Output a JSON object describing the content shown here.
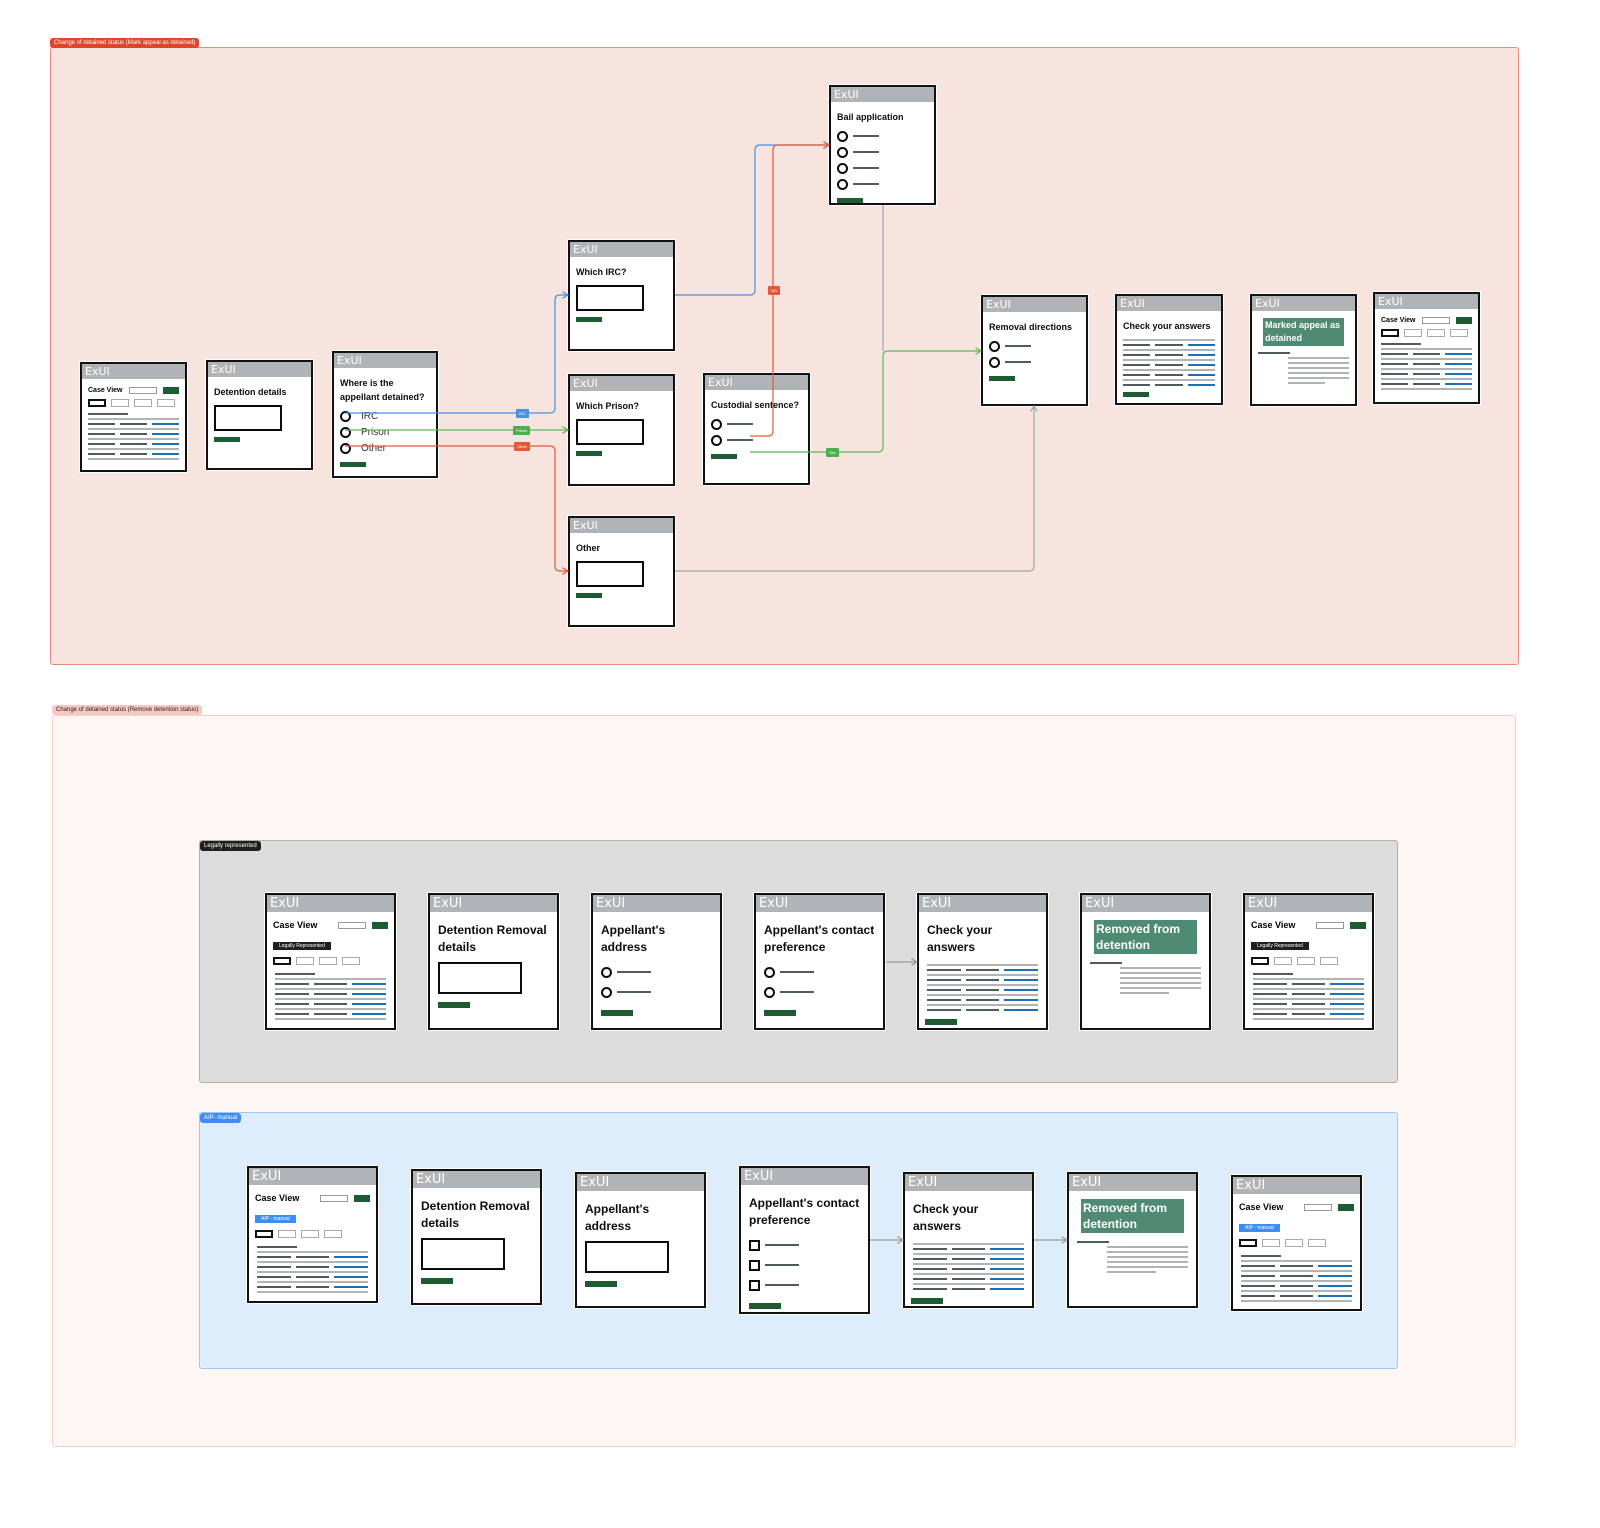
{
  "sections": [
    {
      "label": "Change of detained status (Mark appeal as detained)",
      "color": "#e0452a"
    },
    {
      "label": "Change of detained status (Remove detention status)",
      "color": "#f8c8c0"
    }
  ],
  "groups": [
    {
      "label": "Legally represented",
      "color": "#1f1f1f",
      "bg": "#dcdcdc"
    },
    {
      "label": "AIP- manual",
      "color": "#3d8ef0",
      "bg": "#deedfb"
    }
  ],
  "connector_labels": {
    "irc": "IRC",
    "prison": "Prison",
    "other": "Other",
    "no": "NO",
    "yes": "Yes"
  },
  "header": "ExUI",
  "cards": [
    {
      "kind": "caseview",
      "title": "Case View"
    },
    {
      "kind": "input",
      "title": "Detention details"
    },
    {
      "kind": "radio",
      "title": "Where is the appellant detained?",
      "options": [
        "IRC",
        "Prison",
        "Other"
      ]
    },
    {
      "kind": "input",
      "title": "Which IRC?"
    },
    {
      "kind": "input",
      "title": "Which Prison?"
    },
    {
      "kind": "input",
      "title": "Other"
    },
    {
      "kind": "radio",
      "title": "Custodial sentence?",
      "count": 2
    },
    {
      "kind": "radio",
      "title": "Bail application",
      "count": 4
    },
    {
      "kind": "radio",
      "title": "Removal directions",
      "count": 2
    },
    {
      "kind": "cya",
      "title": "Check your answers"
    },
    {
      "kind": "panel",
      "title": "Marked appeal as detained"
    },
    {
      "kind": "caseview",
      "title": "Case View"
    },
    {
      "kind": "caseview",
      "title": "Case View",
      "tag": "Legally Represented",
      "tagColor": "#1f1f1f"
    },
    {
      "kind": "input",
      "title": "Detention Removal details"
    },
    {
      "kind": "radio",
      "title": "Appellant's address",
      "count": 2
    },
    {
      "kind": "radio",
      "title": "Appellant's contact preference",
      "count": 2
    },
    {
      "kind": "cya",
      "title": "Check your answers"
    },
    {
      "kind": "panel",
      "title": "Removed from detention"
    },
    {
      "kind": "caseview",
      "title": "Case View",
      "tag": "Legally Represented",
      "tagColor": "#1f1f1f"
    },
    {
      "kind": "caseview",
      "title": "Case View",
      "tag": "AIP - manual",
      "tagColor": "#3d8ef0"
    },
    {
      "kind": "input",
      "title": "Detention Removal details"
    },
    {
      "kind": "input",
      "title": "Appellant's address"
    },
    {
      "kind": "check",
      "title": "Appellant's contact preference",
      "count": 3
    },
    {
      "kind": "cya",
      "title": "Check your answers"
    },
    {
      "kind": "panel",
      "title": "Removed from detention"
    },
    {
      "kind": "caseview",
      "title": "Case View",
      "tag": "AIP - manual",
      "tagColor": "#3d8ef0"
    }
  ]
}
